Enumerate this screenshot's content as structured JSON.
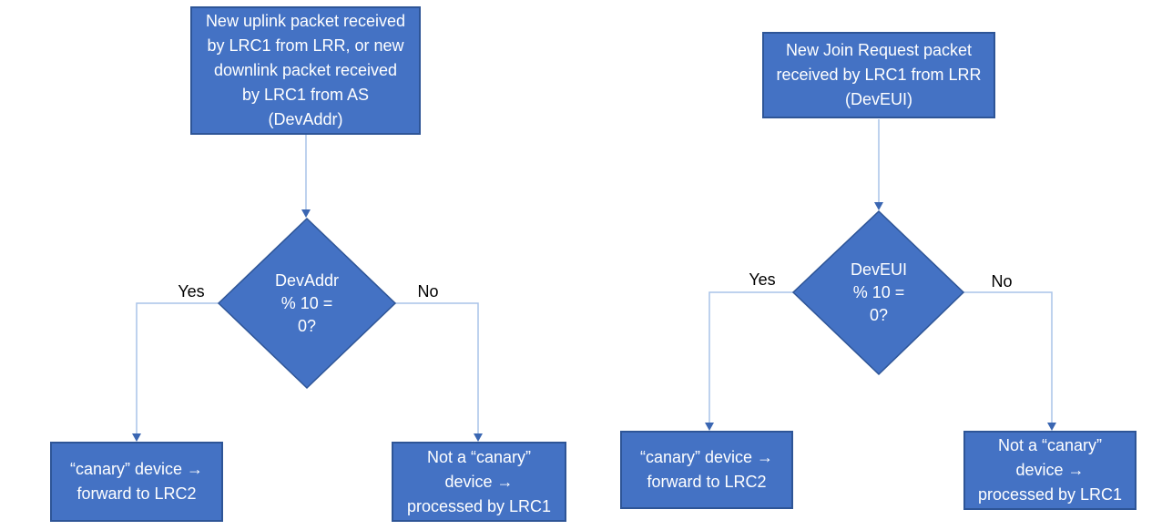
{
  "diagram": {
    "type": "flowchart",
    "colors": {
      "shape_fill": "#4472C4",
      "shape_border": "#2E5597",
      "connector_line": "#A9C3E8",
      "arrowhead": "#3A66B2",
      "shape_text": "#FFFFFF",
      "branch_label_text": "#000000"
    },
    "left_flow": {
      "top_box": {
        "lines": [
          "New uplink packet received",
          "by LRC1 from LRR, or new",
          "downlink packet received",
          "by LRC1 from AS",
          "(DevAddr)"
        ]
      },
      "decision": {
        "lines": [
          "DevAddr",
          "% 10 =",
          "0?"
        ]
      },
      "yes_label": "Yes",
      "no_label": "No",
      "yes_box": {
        "lines": [
          "“canary” device →",
          "forward to LRC2"
        ]
      },
      "no_box": {
        "lines": [
          "Not a “canary”",
          "device →",
          "processed by LRC1"
        ]
      }
    },
    "right_flow": {
      "top_box": {
        "lines": [
          "New Join Request packet",
          "received by LRC1 from LRR",
          "(DevEUI)"
        ]
      },
      "decision": {
        "lines": [
          "DevEUI",
          "% 10 =",
          "0?"
        ]
      },
      "yes_label": "Yes",
      "no_label": "No",
      "yes_box": {
        "lines": [
          "“canary” device →",
          "forward to LRC2"
        ]
      },
      "no_box": {
        "lines": [
          "Not a “canary”",
          "device →",
          "processed by LRC1"
        ]
      }
    }
  }
}
